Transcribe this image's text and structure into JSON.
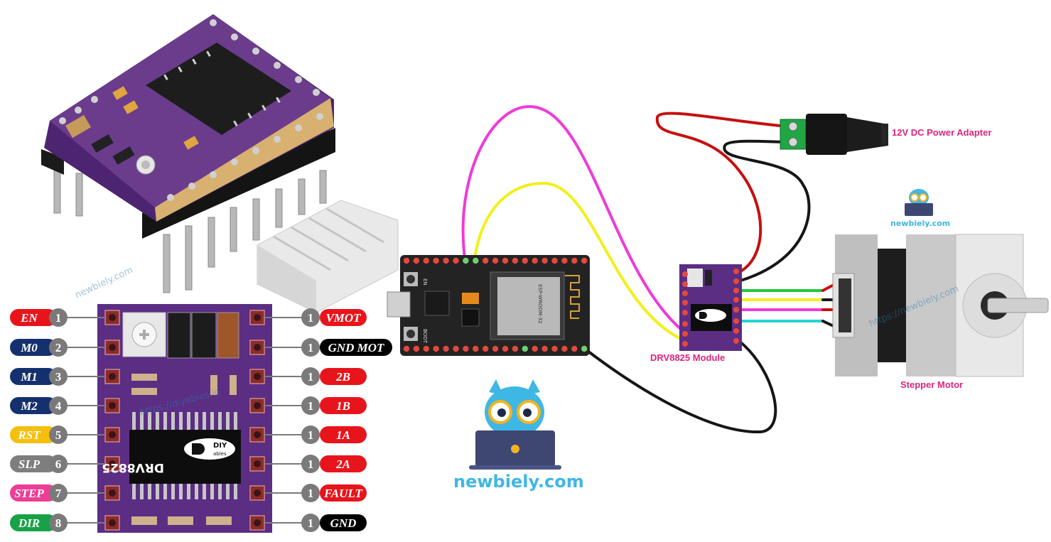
{
  "left_pins": [
    {
      "label": "EN",
      "num": "1",
      "color": "#e8141b"
    },
    {
      "label": "M0",
      "num": "2",
      "color": "#15306e"
    },
    {
      "label": "M1",
      "num": "3",
      "color": "#15306e"
    },
    {
      "label": "M2",
      "num": "4",
      "color": "#15306e"
    },
    {
      "label": "RST",
      "num": "5",
      "color": "#f6bf0c"
    },
    {
      "label": "SLP",
      "num": "6",
      "color": "#7e7e7e"
    },
    {
      "label": "STEP",
      "num": "7",
      "color": "#ee3d96"
    },
    {
      "label": "DIR",
      "num": "8",
      "color": "#17a247"
    }
  ],
  "right_pins": [
    {
      "label": "VMOT",
      "num": "1",
      "color": "#e8141b"
    },
    {
      "label": "GND MOT",
      "num": "1",
      "color": "#000000"
    },
    {
      "label": "2B",
      "num": "1",
      "color": "#e8141b"
    },
    {
      "label": "1B",
      "num": "1",
      "color": "#e8141b"
    },
    {
      "label": "1A",
      "num": "1",
      "color": "#e8141b"
    },
    {
      "label": "2A",
      "num": "1",
      "color": "#e8141b"
    },
    {
      "label": "FAULT",
      "num": "1",
      "color": "#e8141b"
    },
    {
      "label": "GND",
      "num": "1",
      "color": "#000000"
    }
  ],
  "pcb": {
    "chip_label": "DRV8825",
    "logo_top": "DIY",
    "logo_bottom": "ables",
    "watermark": "https://diyables.io"
  },
  "labels": {
    "power_adapter": "12V DC Power Adapter",
    "drv_module": "DRV8825 Module",
    "stepper_motor": "Stepper Motor",
    "brand_big": "newbiely.com",
    "brand_small": "newbiely.com",
    "watermark_motor": "https://newbiely.com",
    "watermark_photo": "newbiely.com"
  },
  "esp32": {
    "en_label": "EN",
    "boot_label": "BOOT",
    "module_text": "ESP-WROOM-32"
  },
  "colors": {
    "pcb_purple": "#5b2d83",
    "wire_magenta": "#ee3bd8",
    "wire_yellow": "#f2ef1c",
    "wire_red": "#c70f0f",
    "wire_black": "#161616",
    "wire_green": "#21c83a",
    "wire_cyan": "#25d6d0",
    "caption_pink": "#e0237e",
    "brand_blue": "#3fb7e5"
  }
}
